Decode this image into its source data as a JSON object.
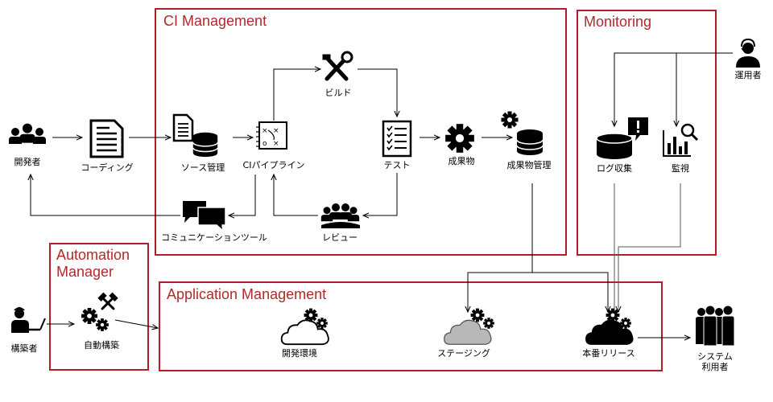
{
  "colors": {
    "frame": "#b01e2a",
    "title": "#b02a2a",
    "line": "#000000",
    "gray_line": "#666666"
  },
  "groups": {
    "ci": "CI Management",
    "monitoring": "Monitoring",
    "automation_line1": "Automation",
    "automation_line2": "Manager",
    "app": "Application Management"
  },
  "nodes": {
    "developer": "開発者",
    "coding": "コーディング",
    "source": "ソース管理",
    "pipeline": "CIパイプライン",
    "build": "ビルド",
    "test": "テスト",
    "artifact": "成果物",
    "artifact_mgmt": "成果物管理",
    "review": "レビュー",
    "comm_tool": "コミュニケーションツール",
    "log": "ログ収集",
    "monitor": "監視",
    "operator": "運用者",
    "builder": "構築者",
    "auto_build": "自動構築",
    "dev_env": "開発環境",
    "staging": "ステージング",
    "prod_release": "本番リリース",
    "system_user_line1": "システム",
    "system_user_line2": "利用者"
  },
  "icons": {
    "developer": "people-group-icon",
    "coding": "document-icon",
    "source": "document-database-icon",
    "pipeline": "ci-pipeline-icon",
    "build": "tools-icon",
    "test": "checklist-icon",
    "artifact": "gear-icon",
    "artifact_mgmt": "gear-database-icon",
    "review": "meeting-group-icon",
    "comm_tool": "chat-bubbles-icon",
    "log": "database-alert-icon",
    "monitor": "chart-search-icon",
    "operator": "operator-headset-icon",
    "builder": "worker-laptop-icon",
    "auto_build": "gears-hammer-icon",
    "dev_env": "cloud-gears-outline-icon",
    "staging": "cloud-gears-gray-icon",
    "prod_release": "cloud-gears-black-icon",
    "system_user": "people-users-icon"
  }
}
